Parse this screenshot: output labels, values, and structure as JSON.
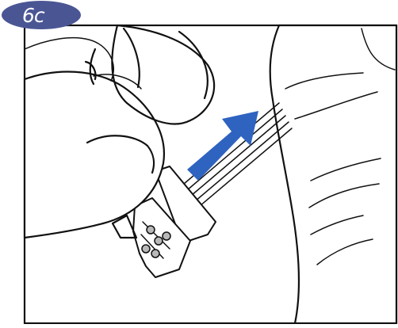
{
  "step_badge": {
    "label": "6c",
    "color": "#4a5694"
  },
  "arrow": {
    "color": "#2f63c0"
  },
  "icons": [
    "step-badge",
    "direction-arrow",
    "brush-head",
    "thumb",
    "finger"
  ]
}
